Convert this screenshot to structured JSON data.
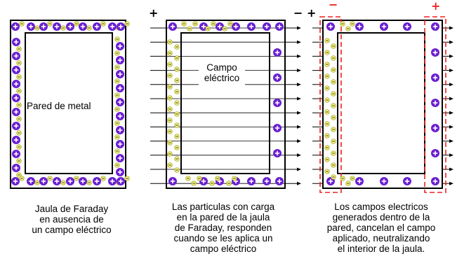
{
  "captions": {
    "panel1": [
      "Jaula de Faraday",
      "en ausencia de",
      "un campo eléctrico"
    ],
    "panel2": [
      "Las particulas con carga",
      "en la pared de la jaula",
      "de Faraday, responden",
      "cuando se les aplica un",
      "campo eléctrico"
    ],
    "panel3": [
      "Los campos electricos",
      "generados dentro de la",
      "pared, cancelan el campo",
      "aplicado, neutralizando",
      "el interior de la jaula."
    ]
  },
  "labels": {
    "wall": "Pared de metal",
    "field_line1": "Campo",
    "field_line2": "eléctrico"
  },
  "signs": {
    "plus": "+",
    "minus": "−"
  },
  "colors": {
    "proton": "#6a1fd0",
    "electron": "#f2f27a",
    "electron_border": "#9a9a20",
    "highlight": "#ee2222",
    "wall": "#000000"
  }
}
